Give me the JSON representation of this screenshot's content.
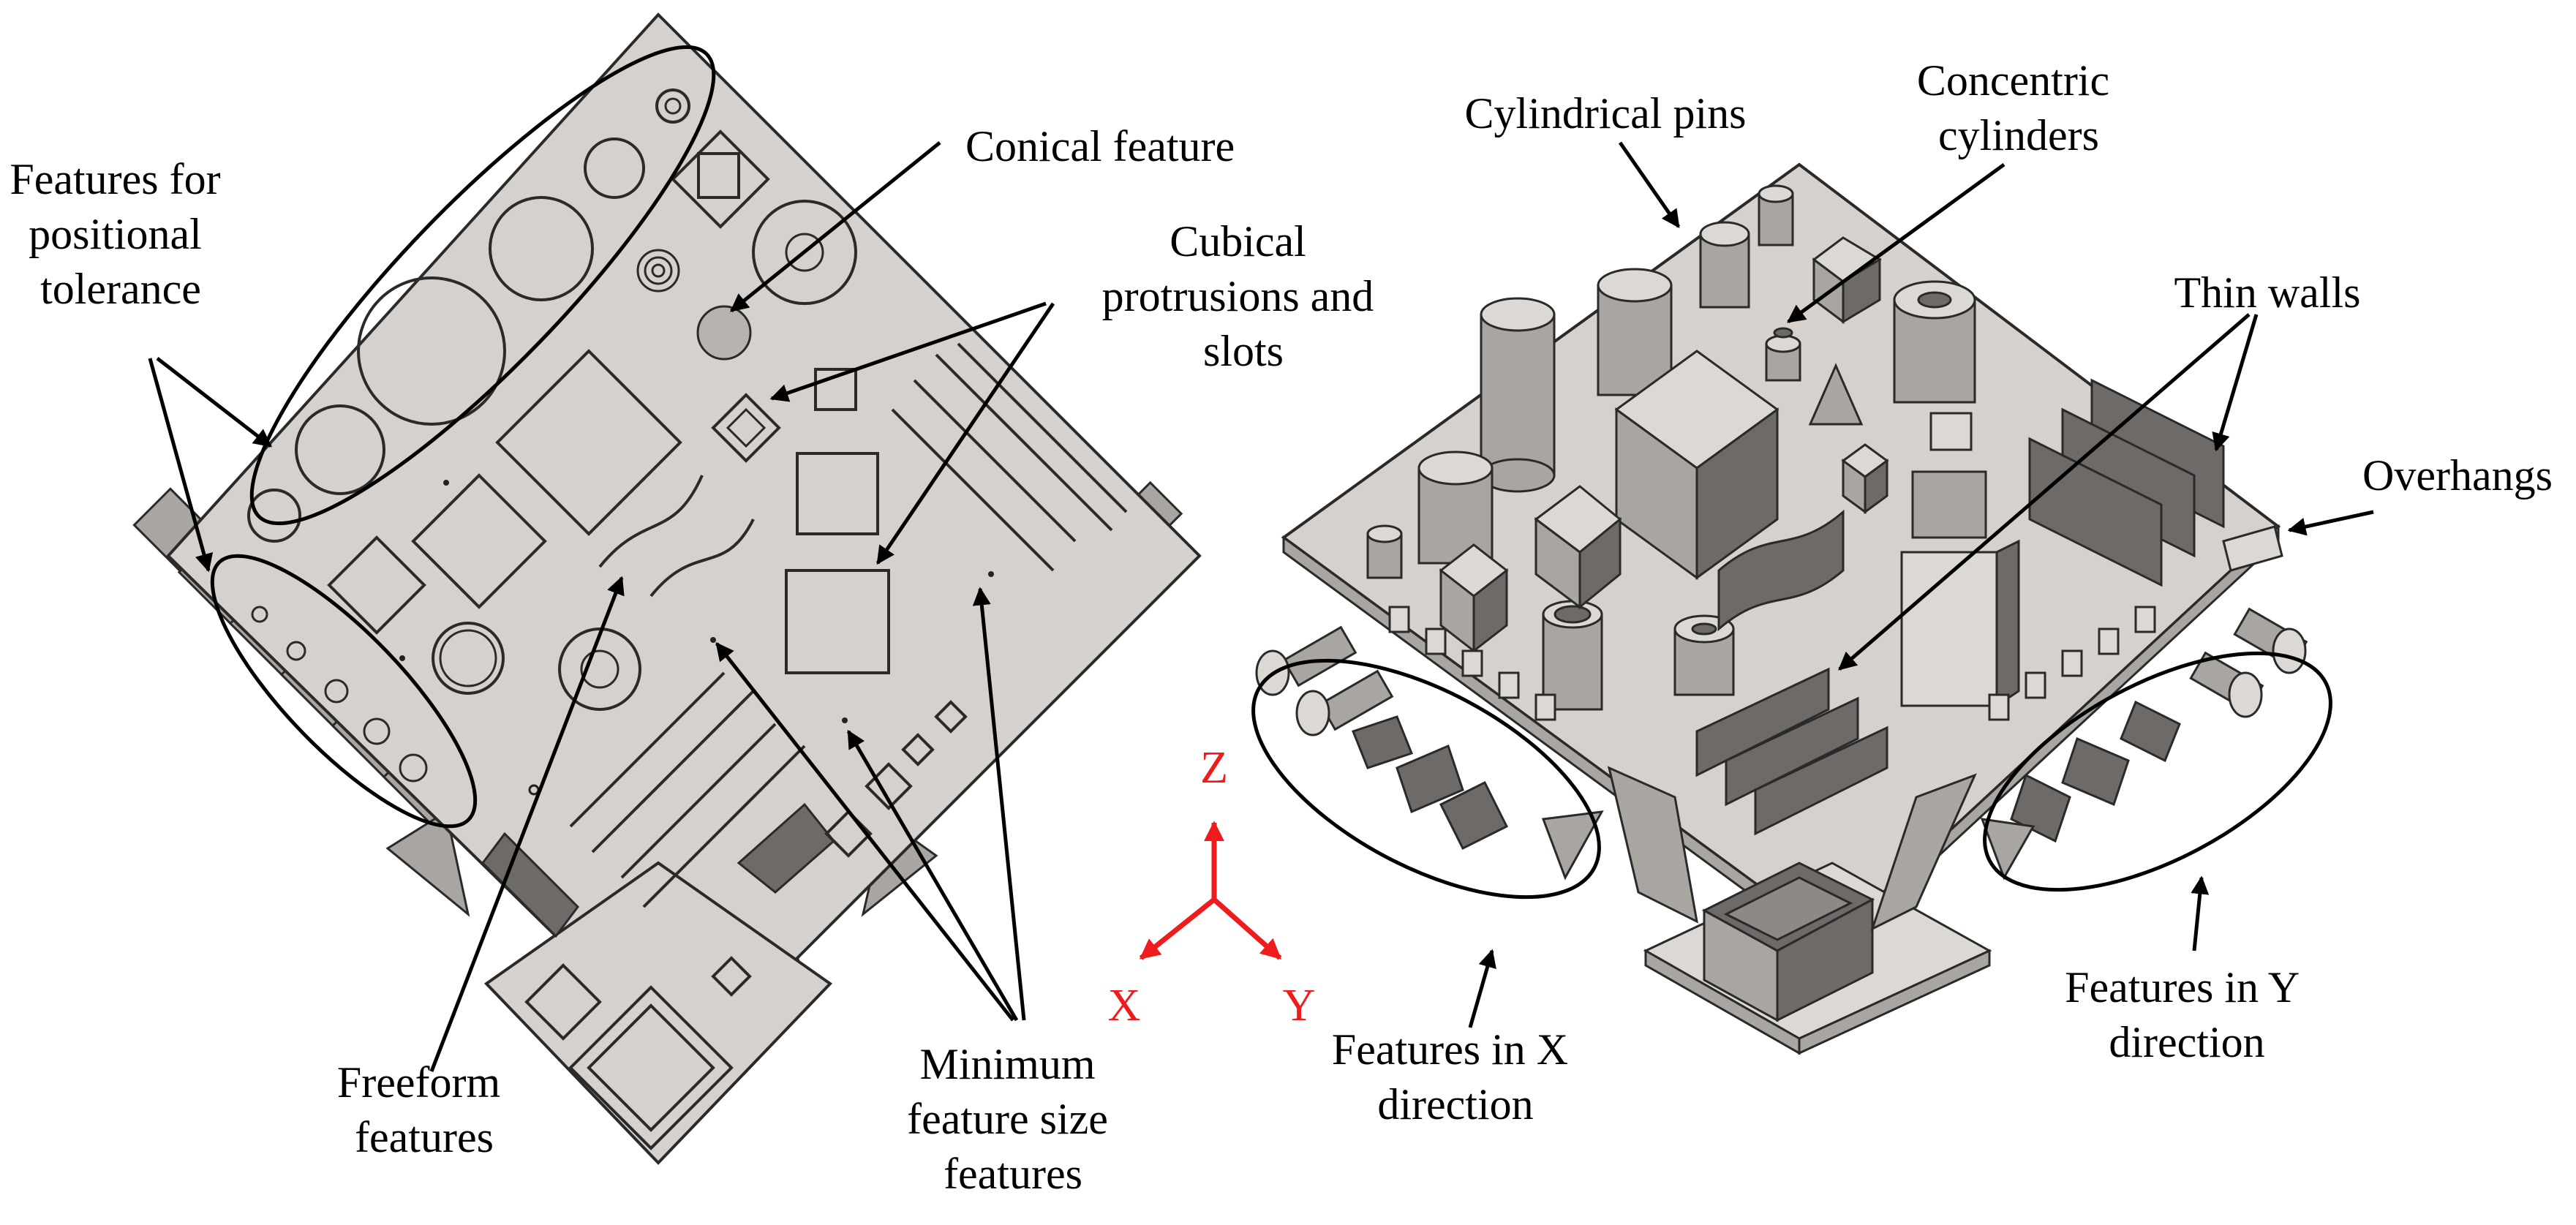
{
  "labels": {
    "positional_tolerance": [
      "Features for",
      "positional",
      "tolerance"
    ],
    "conical": "Conical feature",
    "cubical": [
      "Cubical",
      "protrusions and",
      "slots"
    ],
    "freeform": [
      "Freeform",
      "features"
    ],
    "minimum": [
      "Minimum",
      "feature size",
      "features"
    ],
    "cylindrical_pins": "Cylindrical pins",
    "concentric": [
      "Concentric",
      "cylinders"
    ],
    "thin_walls": "Thin walls",
    "overhangs": "Overhangs",
    "features_x": [
      "Features in X",
      "direction"
    ],
    "features_y": [
      "Features in Y",
      "direction"
    ]
  },
  "axes": {
    "z": "Z",
    "x": "X",
    "y": "Y"
  },
  "colors": {
    "body": "#d6d1cd",
    "outline": "#2a2a2a",
    "axis": "#ee1c1c",
    "dark_face": "#6d6a67",
    "mid_face": "#a9a5a1"
  }
}
